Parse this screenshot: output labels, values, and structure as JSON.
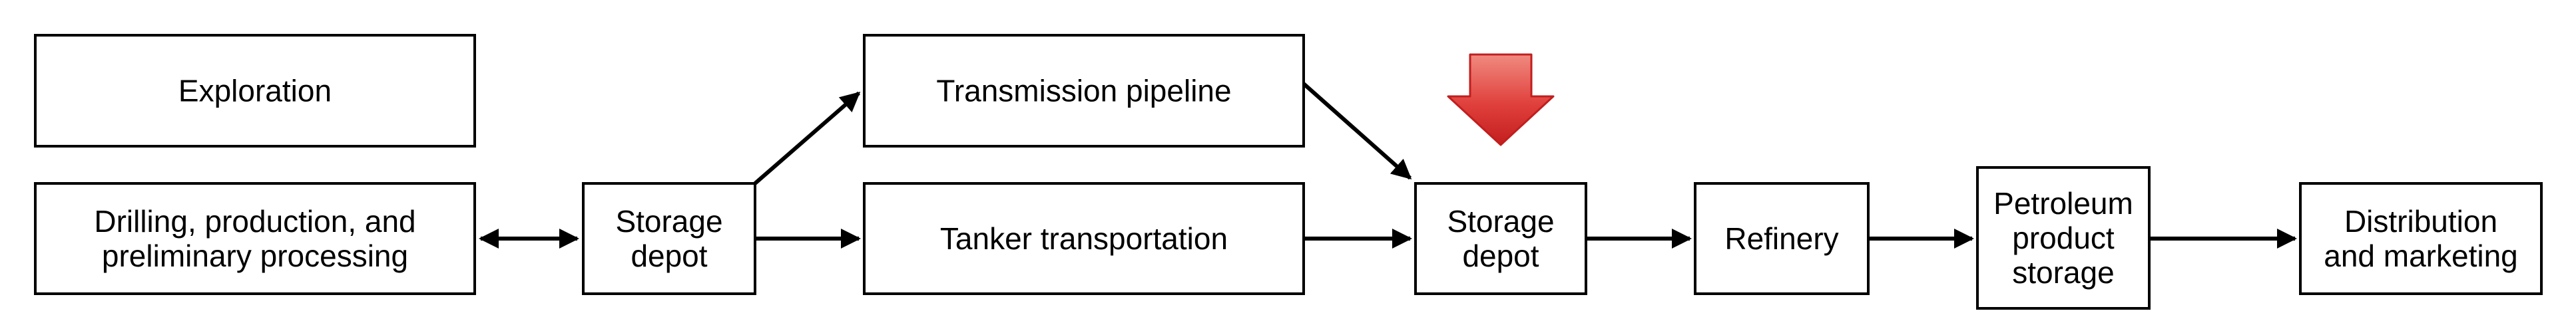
{
  "diagram": {
    "nodes": {
      "exploration": {
        "lines": [
          "Exploration"
        ]
      },
      "drilling": {
        "lines": [
          "Drilling, production, and",
          "preliminary processing"
        ]
      },
      "storage1": {
        "lines": [
          "Storage",
          "depot"
        ]
      },
      "transmission": {
        "lines": [
          "Transmission pipeline"
        ]
      },
      "tanker": {
        "lines": [
          "Tanker transportation"
        ]
      },
      "storage2": {
        "lines": [
          "Storage",
          "depot"
        ]
      },
      "refinery": {
        "lines": [
          "Refinery"
        ]
      },
      "petroleum": {
        "lines": [
          "Petroleum",
          "product",
          "storage"
        ]
      },
      "distribution": {
        "lines": [
          "Distribution",
          "and marketing"
        ]
      }
    },
    "edges": [
      {
        "from": "drilling",
        "to": "storage1",
        "bidirectional": true
      },
      {
        "from": "storage1",
        "to": "transmission"
      },
      {
        "from": "storage1",
        "to": "tanker"
      },
      {
        "from": "transmission",
        "to": "storage2"
      },
      {
        "from": "tanker",
        "to": "storage2"
      },
      {
        "from": "storage2",
        "to": "refinery"
      },
      {
        "from": "refinery",
        "to": "petroleum"
      },
      {
        "from": "petroleum",
        "to": "distribution"
      }
    ],
    "highlight": {
      "target": "storage2",
      "icon": "down-arrow-icon",
      "color": "#e0403c",
      "edge_color": "#c21e1e"
    }
  }
}
